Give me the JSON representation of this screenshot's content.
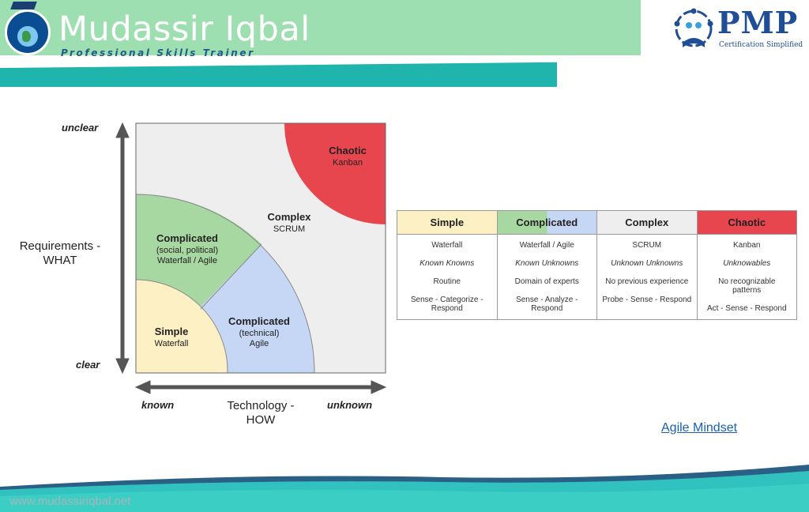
{
  "header": {
    "brand_name": "Mudassir Iqbal",
    "brand_subtitle": "Professional Skills Trainer",
    "pmp_logo_text": "PMP",
    "pmp_logo_tagline": "Certification Simplified"
  },
  "diagram": {
    "y_axis": {
      "title": "Requirements - WHAT",
      "top": "unclear",
      "bottom": "clear"
    },
    "x_axis": {
      "title": "Technology - HOW",
      "left": "known",
      "right": "unknown"
    },
    "regions": [
      {
        "title": "Chaotic",
        "subtitle": "Kanban",
        "color": "#e8464f"
      },
      {
        "title": "Complex",
        "subtitle": "SCRUM",
        "color": "#eeeeee"
      },
      {
        "title": "Complicated",
        "subtitle": "(social, political)",
        "detail": "Waterfall / Agile",
        "color": "#a8d8a1"
      },
      {
        "title": "Complicated",
        "subtitle": "(technical)",
        "detail": "Agile",
        "color": "#c6d6f5"
      },
      {
        "title": "Simple",
        "subtitle": "Waterfall",
        "color": "#fdf0c4"
      }
    ]
  },
  "table": {
    "columns": [
      {
        "header": "Simple",
        "color": "#fdf0c4",
        "cells": [
          "Waterfall",
          "Known Knowns",
          "Routine",
          "Sense - Categorize - Respond"
        ]
      },
      {
        "header": "Complicated",
        "color": "#a8d8a1",
        "color2": "#c6d6f5",
        "cells": [
          "Waterfall / Agile",
          "Known Unknowns",
          "Domain of experts",
          "Sense - Analyze - Respond"
        ]
      },
      {
        "header": "Complex",
        "color": "#eeeeee",
        "cells": [
          "SCRUM",
          "Unknown Unknowns",
          "No previous experience",
          "Probe - Sense - Respond"
        ]
      },
      {
        "header": "Chaotic",
        "color": "#e8464f",
        "cells": [
          "Kanban",
          "Unknowables",
          "No recognizable patterns",
          "Act - Sense - Respond"
        ]
      }
    ]
  },
  "link": {
    "label": "Agile Mindset"
  },
  "footer": {
    "url": "www.mudassiriqbal.net"
  },
  "colors": {
    "brand_green": "#9edfb1",
    "brand_teal": "#20b5ac",
    "link_blue": "#1a5fb4"
  }
}
